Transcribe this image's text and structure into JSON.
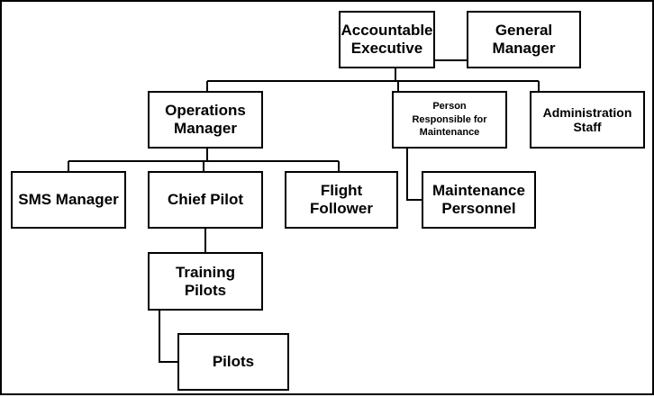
{
  "nodes": {
    "accountable_executive": "Accountable\nExecutive",
    "general_manager": "General\nManager",
    "operations_manager": "Operations\nManager",
    "person_responsible_maintenance": "Person\nResponsible for\nMaintenance",
    "administration_staff": "Administration\nStaff",
    "sms_manager": "SMS Manager",
    "chief_pilot": "Chief Pilot",
    "flight_follower": "Flight\nFollower",
    "maintenance_personnel": "Maintenance\nPersonnel",
    "training_pilots": "Training\nPilots",
    "pilots": "Pilots"
  }
}
